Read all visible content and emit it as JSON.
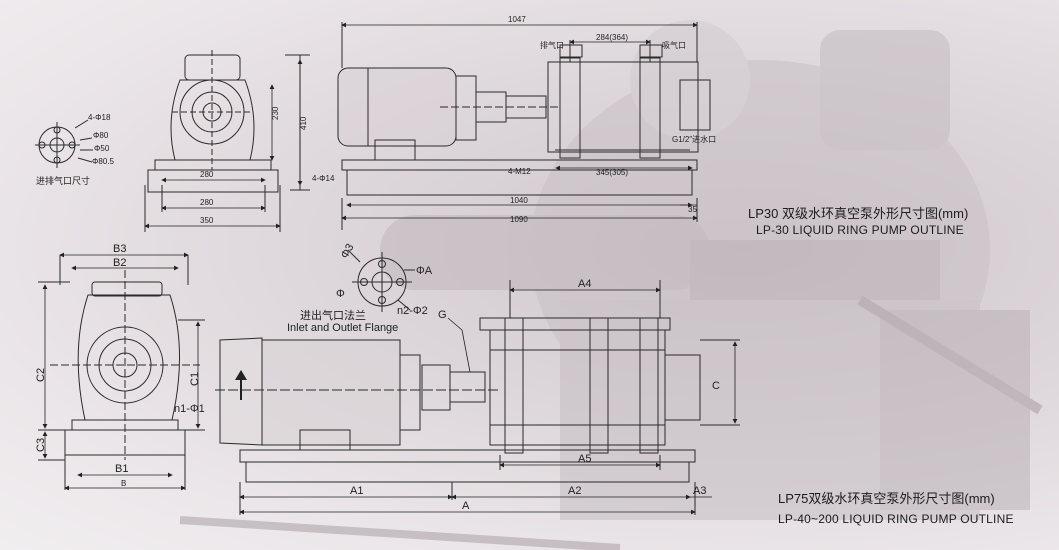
{
  "captions": {
    "lp30_cn": "LP30 双级水环真空泵外形尺寸图(mm)",
    "lp30_en": "LP-30 LIQUID RING PUMP OUTLINE",
    "lp75_cn": "LP75双级水环真空泵外形尺寸图(mm)",
    "lp75_en": "LP-40~200 LIQUID RING PUMP OUTLINE"
  },
  "top_drawing": {
    "flange_note": "进排气口尺寸",
    "flange_bolts": "4-Φ18",
    "flange_dia1": "Φ80",
    "flange_dia2": "Φ50",
    "flange_dia3": "Φ80.5",
    "end_base_inner": "280",
    "end_base_mid": "280",
    "end_base_outer": "350",
    "end_height_a": "230",
    "end_height_b": "410",
    "total_length": "1047",
    "exhaust_label": "排气口",
    "intake_label": "吸气口",
    "port_spacing": "284(364)",
    "foot_holes": "4-Φ14",
    "bolt_note": "4-M12",
    "water_inlet": "G1/2\"进水口",
    "mount_span": "345(305)",
    "base_length_a": "1040",
    "base_length_b": "1090",
    "base_end_gap": "35"
  },
  "bottom_drawing": {
    "b3": "B3",
    "b2": "B2",
    "b1": "B1",
    "b": "B",
    "c1": "C1",
    "c2": "C2",
    "c3": "C3",
    "n1": "n1-Φ1",
    "flange_cn": "进出气口法兰",
    "flange_en": "Inlet and Outlet Flange",
    "phi3": "Φ3",
    "phi_a": "ΦA",
    "phi": "Φ",
    "n2": "n2-Φ2",
    "g": "G",
    "a4": "A4",
    "a5": "A5",
    "c": "C",
    "a1": "A1",
    "a2": "A2",
    "a3": "A3",
    "a": "A"
  }
}
